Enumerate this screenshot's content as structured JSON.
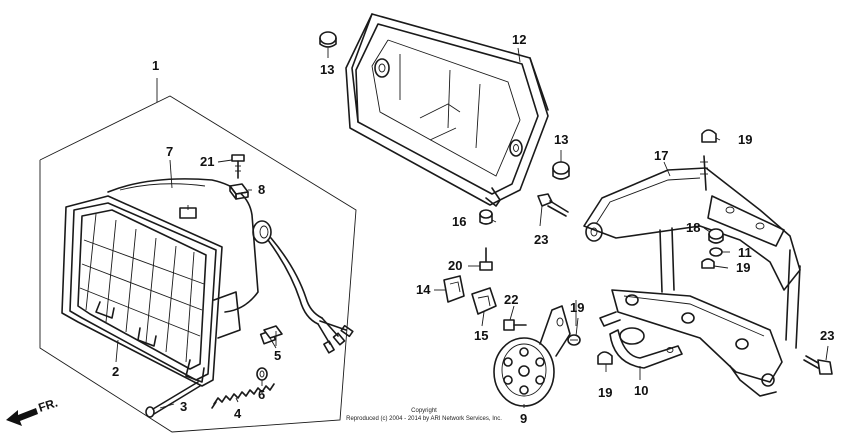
{
  "diagram": {
    "callouts": [
      "1",
      "2",
      "3",
      "4",
      "5",
      "6",
      "7",
      "8",
      "9",
      "10",
      "11",
      "12",
      "13",
      "13",
      "14",
      "15",
      "16",
      "17",
      "18",
      "19",
      "19",
      "19",
      "19",
      "20",
      "21",
      "22",
      "23",
      "23"
    ],
    "direction_label": "FR.",
    "copyright_line1": "Copyright",
    "copyright_line2": "Reproduced (c) 2004 - 2014 by ARI Network Services, Inc."
  }
}
